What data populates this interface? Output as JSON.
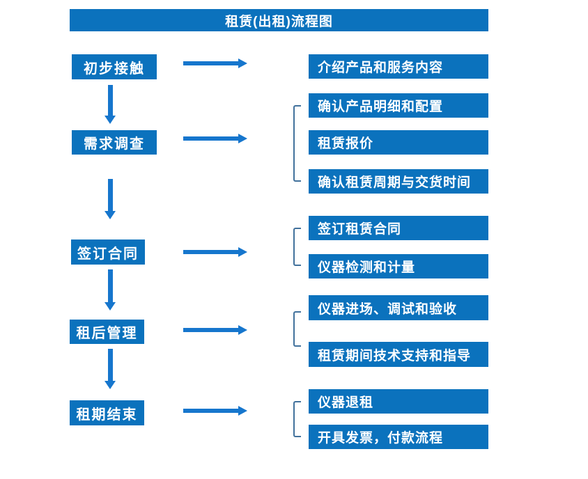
{
  "title": "租赁(出租)流程图",
  "colors": {
    "box_blue": "#0b72bd",
    "arrow_blue": "#1676cd",
    "bracket_blue": "#41719c",
    "text_white": "#ffffff"
  },
  "steps": [
    {
      "label": "初步接触",
      "outputs": [
        "介绍产品和服务内容"
      ]
    },
    {
      "label": "需求调查",
      "outputs": [
        "确认产品明细和配置",
        "租赁报价",
        "确认租赁周期与交货时间"
      ]
    },
    {
      "label": "签订合同",
      "outputs": [
        "签订租赁合同",
        "仪器检测和计量"
      ]
    },
    {
      "label": "租后管理",
      "outputs": [
        "仪器进场、调试和验收",
        "租赁期间技术支持和指导"
      ]
    },
    {
      "label": "租期结束",
      "outputs": [
        "仪器退租",
        "开具发票，付款流程"
      ]
    }
  ]
}
